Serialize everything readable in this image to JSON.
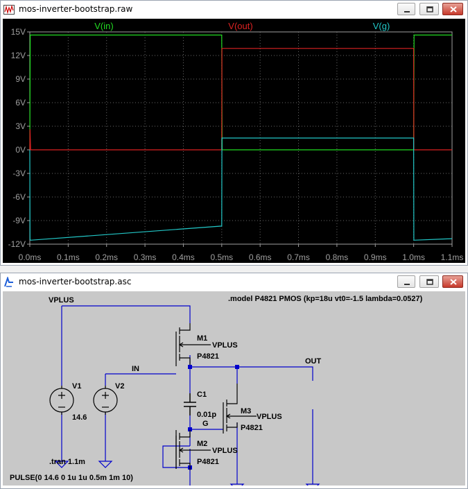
{
  "plot_window": {
    "title": "mos-inverter-bootstrap.raw",
    "icon": "waveform-icon",
    "controls": [
      "minimize-icon",
      "restore-icon",
      "close-icon"
    ]
  },
  "schematic_window": {
    "title": "mos-inverter-bootstrap.asc",
    "icon": "schematic-icon",
    "controls": [
      "minimize-icon",
      "restore-icon",
      "close-icon"
    ]
  },
  "colors": {
    "plot_bg": "#000000",
    "axis": "#a0a0a0",
    "grid": "#6a6a6a",
    "v_in": "#22dd22",
    "v_out": "#dd2222",
    "v_g": "#22c8c8",
    "schematic_bg": "#c8c8c8",
    "wire": "#0000cc",
    "component": "#000000"
  },
  "chart_data": {
    "type": "line",
    "xlabel": "",
    "ylabel": "",
    "xlim": [
      0,
      1.1
    ],
    "ylim": [
      -12,
      15
    ],
    "x_tick_values": [
      0,
      0.1,
      0.2,
      0.3,
      0.4,
      0.5,
      0.6,
      0.7,
      0.8,
      0.9,
      1.0,
      1.1
    ],
    "x_tick_labels": [
      "0.0ms",
      "0.1ms",
      "0.2ms",
      "0.3ms",
      "0.4ms",
      "0.5ms",
      "0.6ms",
      "0.7ms",
      "0.8ms",
      "0.9ms",
      "1.0ms",
      "1.1ms"
    ],
    "y_tick_values": [
      15,
      12,
      9,
      6,
      3,
      0,
      -3,
      -6,
      -9,
      -12
    ],
    "y_tick_labels": [
      "15V",
      "12V",
      "9V",
      "6V",
      "3V",
      "0V",
      "-3V",
      "-6V",
      "-9V",
      "-12V"
    ],
    "grid": true,
    "legend": "top",
    "series": [
      {
        "name": "V(in)",
        "color": "#22dd22",
        "x": [
          0,
          0.001,
          0.5,
          0.501,
          1.0,
          1.001,
          1.1
        ],
        "y": [
          0,
          14.6,
          14.6,
          0,
          0,
          14.6,
          14.6
        ]
      },
      {
        "name": "V(out)",
        "color": "#dd2222",
        "x": [
          0,
          0.0005,
          0.002,
          0.5,
          0.5005,
          1.0,
          1.0005,
          1.1
        ],
        "y": [
          0,
          2.6,
          0,
          0,
          12.9,
          12.9,
          0,
          0
        ]
      },
      {
        "name": "V(g)",
        "color": "#22c8c8",
        "x": [
          0,
          0.0005,
          0.002,
          0.5,
          0.5005,
          1.0,
          1.0005,
          1.1
        ],
        "y": [
          0,
          -11.4,
          -11.5,
          -9.7,
          1.5,
          1.5,
          -11.5,
          -11.3
        ]
      }
    ]
  },
  "schematic": {
    "model_directive": ".model P4821 PMOS (kp=18u vt0=-1.5 lambda=0.0527)",
    "vplus_net": "VPLUS",
    "in_net": "IN",
    "out_net": "OUT",
    "g_net": "G",
    "v1_name": "V1",
    "v1_value": "14.6",
    "v2_name": "V2",
    "m1_name": "M1",
    "m1_bulk": "VPLUS",
    "m1_model": "P4821",
    "m2_name": "M2",
    "m2_bulk": "VPLUS",
    "m2_model": "P4821",
    "m3_name": "M3",
    "m3_bulk": "VPLUS",
    "m3_model": "P4821",
    "c1_name": "C1",
    "c1_value": "0.01p",
    "tran_directive": ".tran 1.1m",
    "pulse_directive": "PULSE(0 14.6 0 1u 1u 0.5m 1m 10)"
  }
}
